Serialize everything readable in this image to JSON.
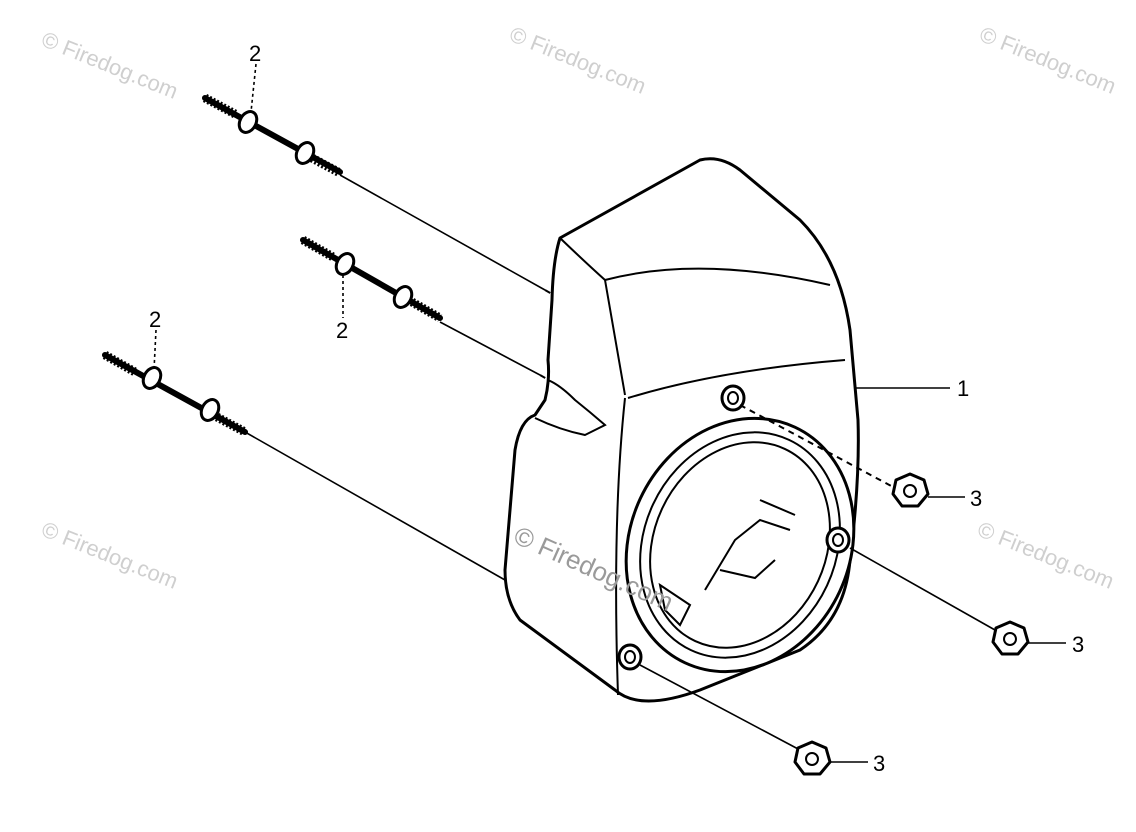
{
  "callouts": {
    "shroud": "1",
    "stud_top": "2",
    "stud_middle": "2",
    "stud_bottom": "2",
    "nut_upper": "3",
    "nut_middle": "3",
    "nut_lower": "3"
  },
  "watermarks": {
    "top_left": "© Firedog.com",
    "top_center": "© Firedog.com",
    "top_right": "© Firedog.com",
    "mid_left": "© Firedog.com",
    "center": "© Firedog.com",
    "mid_right": "© Firedog.com"
  }
}
